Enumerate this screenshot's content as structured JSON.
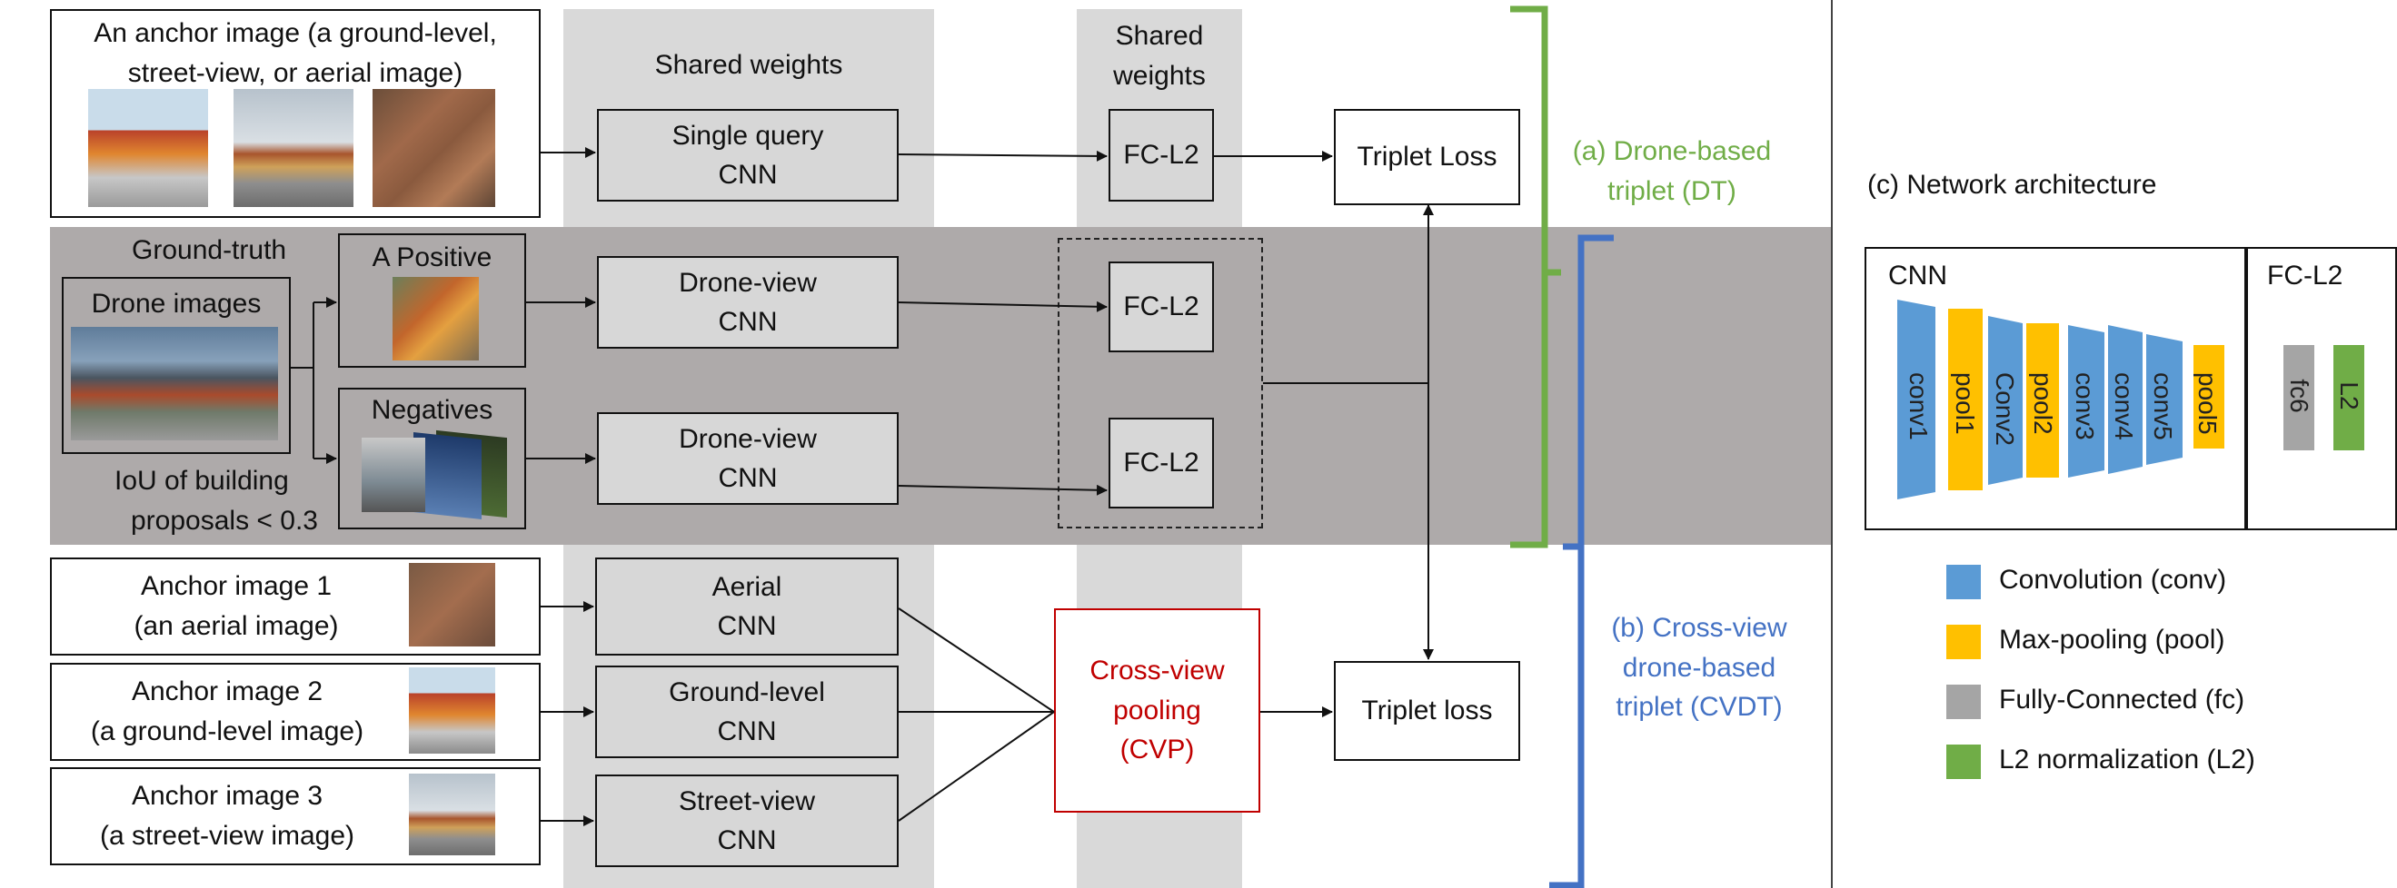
{
  "anchor_main": {
    "line1": "An anchor image (a ground-level,",
    "line2": "street-view, or aerial image)"
  },
  "shared_weights_cnn": "Shared weights",
  "shared_weights_fc": {
    "line1": "Shared",
    "line2": "weights"
  },
  "single_query": {
    "line1": "Single query",
    "line2": "CNN"
  },
  "drone_view_1": {
    "line1": "Drone-view",
    "line2": "CNN"
  },
  "drone_view_2": {
    "line1": "Drone-view",
    "line2": "CNN"
  },
  "fc_l2_label": "FC-L2",
  "triplet_loss_top": "Triplet Loss",
  "triplet_loss_bottom": "Triplet loss",
  "ground_truth": "Ground-truth",
  "drone_images": "Drone images",
  "a_positive": "A Positive",
  "negatives": "Negatives",
  "iou": {
    "line1": "IoU of building",
    "line2": "proposals  < 0.3"
  },
  "anchor1": {
    "line1": "Anchor image 1",
    "line2": "(an aerial image)"
  },
  "anchor2": {
    "line1": "Anchor image 2",
    "line2": "(a ground-level image)"
  },
  "anchor3": {
    "line1": "Anchor image 3",
    "line2": "(a street-view image)"
  },
  "aerial_cnn": {
    "line1": "Aerial",
    "line2": "CNN"
  },
  "ground_cnn": {
    "line1": "Ground-level",
    "line2": "CNN"
  },
  "street_cnn": {
    "line1": "Street-view",
    "line2": "CNN"
  },
  "cvp": {
    "line1": "Cross-view",
    "line2": "pooling",
    "line3": "(CVP)"
  },
  "dt_label": {
    "line1": "(a) Drone-based",
    "line2": "triplet (DT)"
  },
  "cvdt_label": {
    "line1": "(b) Cross-view",
    "line2": "drone-based",
    "line3": "triplet (CVDT)"
  },
  "network_title": "(c) Network architecture",
  "arch": {
    "cnn_title": "CNN",
    "fc_title": "FC-L2",
    "layers": [
      "conv1",
      "pool1",
      "Conv2",
      "pool2",
      "conv3",
      "conv4",
      "conv5",
      "pool5"
    ],
    "fc_layers": [
      "fc6",
      "L2"
    ]
  },
  "legend": [
    {
      "label": "Convolution (conv)",
      "color": "#5b9bd5"
    },
    {
      "label": "Max-pooling (pool)",
      "color": "#ffc000"
    },
    {
      "label": "Fully-Connected (fc)",
      "color": "#a5a5a5"
    },
    {
      "label": "L2 normalization (L2)",
      "color": "#70ad47"
    }
  ],
  "colors": {
    "dt": "#70ad47",
    "cvdt": "#4472c4",
    "cvp": "#c00000",
    "band": "#aeaaaa",
    "column": "#d9d9d9"
  }
}
